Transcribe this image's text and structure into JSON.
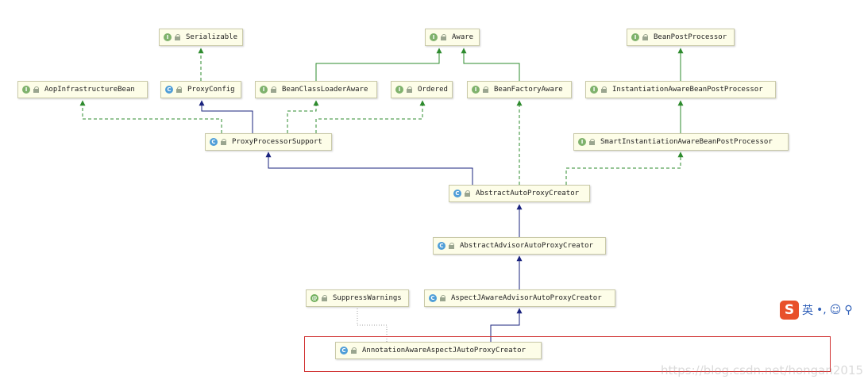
{
  "nodes": {
    "serializable": {
      "kind": "I",
      "label": "Serializable"
    },
    "aware": {
      "kind": "I",
      "label": "Aware"
    },
    "bean_post_processor": {
      "kind": "I",
      "label": "BeanPostProcessor"
    },
    "aop_infrastructure_bean": {
      "kind": "I",
      "label": "AopInfrastructureBean"
    },
    "proxy_config": {
      "kind": "C",
      "label": "ProxyConfig"
    },
    "bean_class_loader_aware": {
      "kind": "I",
      "label": "BeanClassLoaderAware"
    },
    "ordered": {
      "kind": "I",
      "label": "Ordered"
    },
    "bean_factory_aware": {
      "kind": "I",
      "label": "BeanFactoryAware"
    },
    "instantiation_aware_bpp": {
      "kind": "I",
      "label": "InstantiationAwareBeanPostProcessor"
    },
    "proxy_processor_support": {
      "kind": "C",
      "label": "ProxyProcessorSupport"
    },
    "smart_instantiation_aware_bpp": {
      "kind": "I",
      "label": "SmartInstantiationAwareBeanPostProcessor"
    },
    "abstract_auto_proxy_creator": {
      "kind": "C",
      "label": "AbstractAutoProxyCreator"
    },
    "abstract_advisor_auto_proxy_creator": {
      "kind": "C",
      "label": "AbstractAdvisorAutoProxyCreator"
    },
    "suppress_warnings": {
      "kind": "@",
      "label": "SuppressWarnings"
    },
    "aspectj_aware_advisor_auto_proxy_creator": {
      "kind": "C",
      "label": "AspectJAwareAdvisorAutoProxyCreator"
    },
    "annotation_aware_aspectj_auto_proxy_creator": {
      "kind": "C",
      "label": "AnnotationAwareAspectJAutoProxyCreator"
    }
  },
  "colors": {
    "extends_line": "#1a237e",
    "implements_line": "#2e8b2e",
    "annotation_line": "#a0a0a0",
    "selection_box": "#d03030"
  },
  "ime": {
    "english_label": "英",
    "punct_label": "•,",
    "emoji_label": "☺",
    "extra_label": "⚲"
  },
  "watermark": "https://blog.csdn.net/hongan2015"
}
